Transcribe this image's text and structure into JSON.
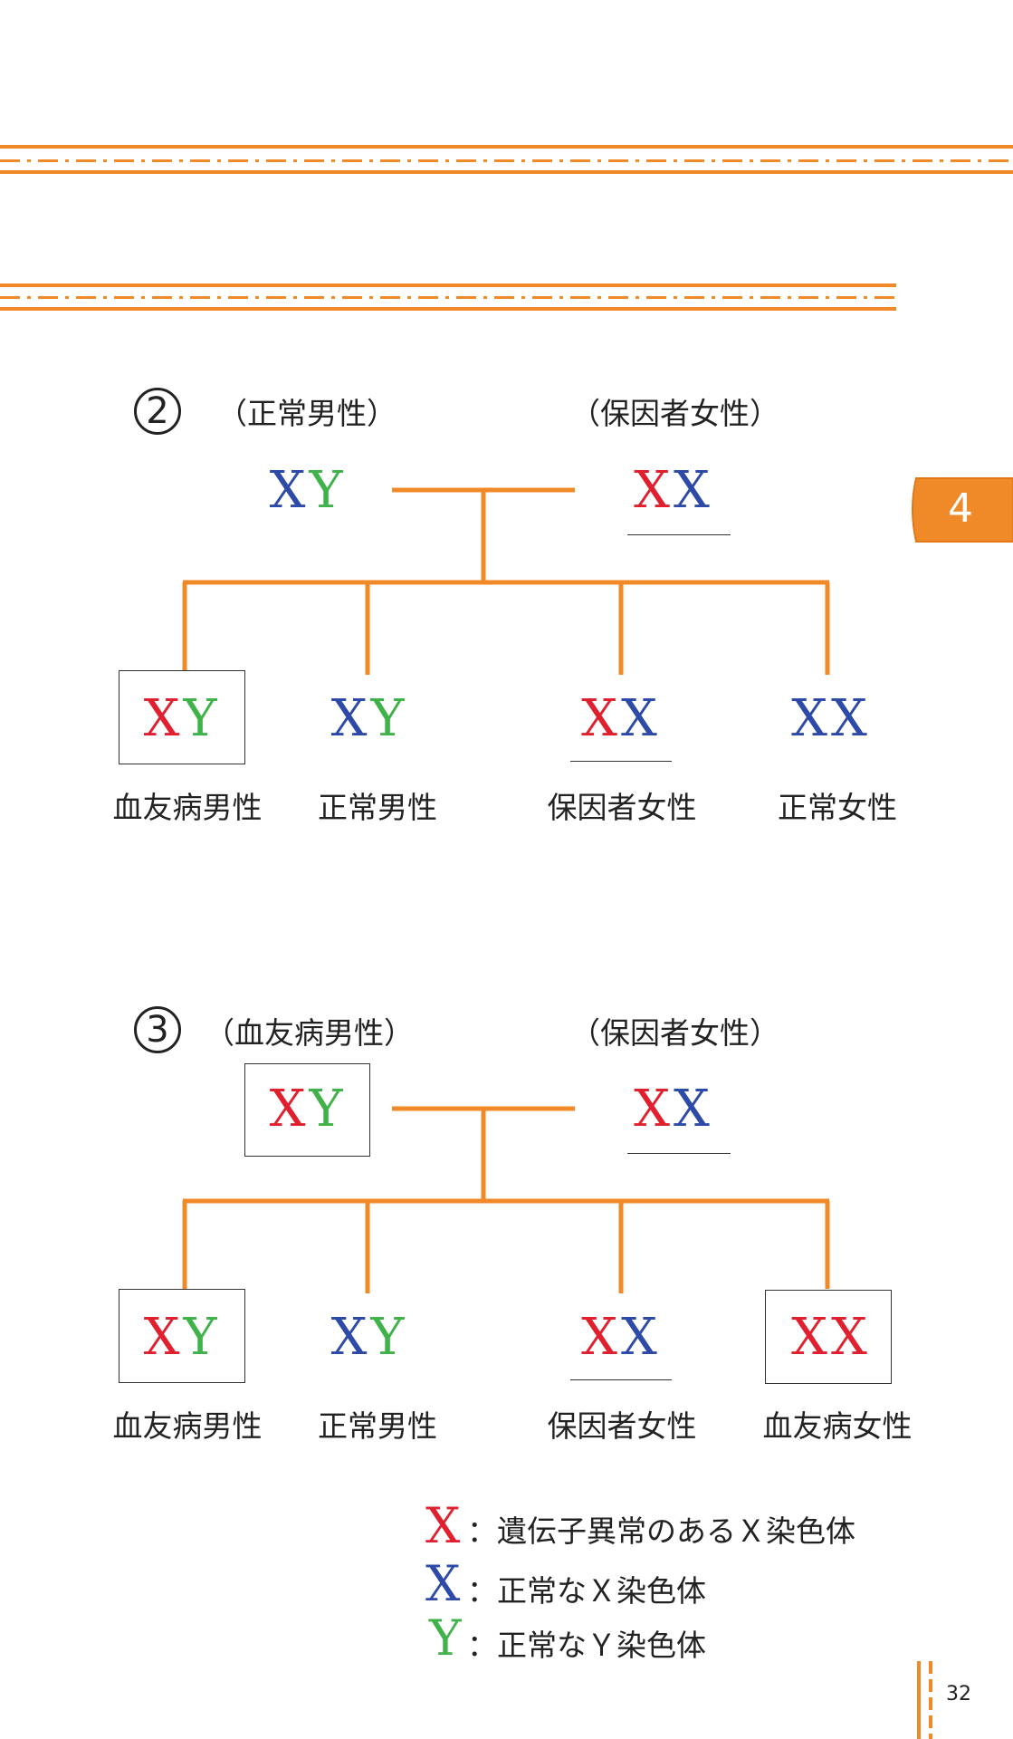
{
  "colors": {
    "orange": "#f08a28",
    "abnormal_x": "#e0202e",
    "normal_x": "#2e4aa8",
    "normal_y": "#3fb24a",
    "text": "#222222"
  },
  "chapter_tab": {
    "number": "4"
  },
  "diagram2": {
    "marker": "2",
    "father_label": "（正常男性）",
    "mother_label": "（保因者女性）",
    "father_genotype": [
      "X",
      "Y"
    ],
    "mother_genotype": [
      "X",
      "X"
    ],
    "children": [
      {
        "genotype": [
          "X",
          "Y"
        ],
        "label": "血友病男性"
      },
      {
        "genotype": [
          "X",
          "Y"
        ],
        "label": "正常男性"
      },
      {
        "genotype": [
          "X",
          "X"
        ],
        "label": "保因者女性"
      },
      {
        "genotype": [
          "X",
          "X"
        ],
        "label": "正常女性"
      }
    ]
  },
  "diagram3": {
    "marker": "3",
    "father_label": "（血友病男性）",
    "mother_label": "（保因者女性）",
    "father_genotype": [
      "X",
      "Y"
    ],
    "mother_genotype": [
      "X",
      "X"
    ],
    "children": [
      {
        "genotype": [
          "X",
          "Y"
        ],
        "label": "血友病男性"
      },
      {
        "genotype": [
          "X",
          "Y"
        ],
        "label": "正常男性"
      },
      {
        "genotype": [
          "X",
          "X"
        ],
        "label": "保因者女性"
      },
      {
        "genotype": [
          "X",
          "X"
        ],
        "label": "血友病女性"
      }
    ]
  },
  "legend": [
    {
      "glyph": "X",
      "text": "：遺伝子異常のあるＸ染色体"
    },
    {
      "glyph": "X",
      "text": "：正常なＸ染色体"
    },
    {
      "glyph": "Y",
      "text": "：正常なＹ染色体"
    }
  ],
  "page_number": "32"
}
